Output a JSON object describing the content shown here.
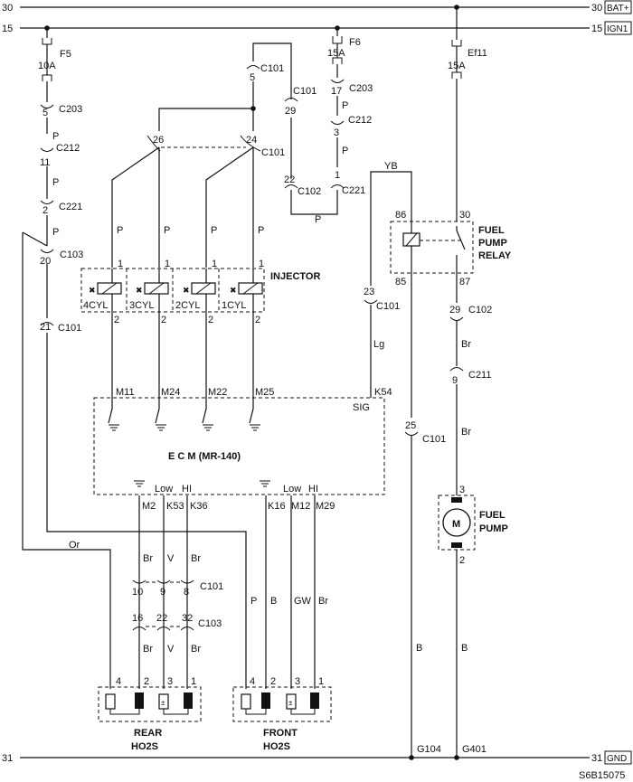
{
  "rails": {
    "r30_left": "30",
    "r30_right": "30",
    "r30_tag": "BAT+",
    "r15_left": "15",
    "r15_right": "15",
    "r15_tag": "IGN1",
    "r31_left": "31",
    "r31_right": "31",
    "r31_tag": "GND"
  },
  "fuses": {
    "f5_name": "F5",
    "f5_amp": "10A",
    "f6_name": "F6",
    "f6_amp": "15A",
    "ef11_name": "Ef11",
    "ef11_amp": "15A"
  },
  "connectors": {
    "c203": "C203",
    "c212": "C212",
    "c221": "C221",
    "c103": "C103",
    "c101": "C101",
    "c102": "C102",
    "c211": "C211"
  },
  "pins": {
    "p5": "5",
    "p11": "11",
    "p2": "2",
    "p20": "20",
    "p21": "21",
    "p29": "29",
    "p17": "17",
    "p3": "3",
    "p1": "1",
    "p22": "22",
    "p26": "26",
    "p24": "24",
    "p23": "23",
    "p25": "25",
    "p9": "9",
    "p10": "10",
    "p8": "8",
    "p16": "16",
    "p32": "32",
    "p86": "86",
    "p30": "30",
    "p85": "85",
    "p87": "87",
    "p4": "4",
    "p3b": "3"
  },
  "wire_colors": {
    "p": "P",
    "yb": "YB",
    "lg": "Lg",
    "br": "Br",
    "or": "Or",
    "v": "V",
    "b": "B",
    "gw": "GW"
  },
  "injectors": {
    "label": "INJECTOR",
    "cyl4": "4CYL",
    "cyl3": "3CYL",
    "cyl2": "2CYL",
    "cyl1": "1CYL"
  },
  "ecm": {
    "title": "E  C  M  (MR-140)",
    "m11": "M11",
    "m24": "M24",
    "m22": "M22",
    "m25": "M25",
    "k54": "K54",
    "sig": "SIG",
    "m2": "M2",
    "k53": "K53",
    "k36": "K36",
    "k16": "K16",
    "m12": "M12",
    "m29": "M29",
    "low": "Low",
    "hi": "HI"
  },
  "relay": {
    "line1": "FUEL",
    "line2": "PUMP",
    "line3": "RELAY"
  },
  "pump": {
    "line1": "FUEL",
    "line2": "PUMP",
    "motor": "M"
  },
  "sensors": {
    "rear_1": "REAR",
    "rear_2": "HO2S",
    "front_1": "FRONT",
    "front_2": "HO2S"
  },
  "grounds": {
    "g104": "G104",
    "g401": "G401"
  },
  "figure_id": "S6B15075"
}
